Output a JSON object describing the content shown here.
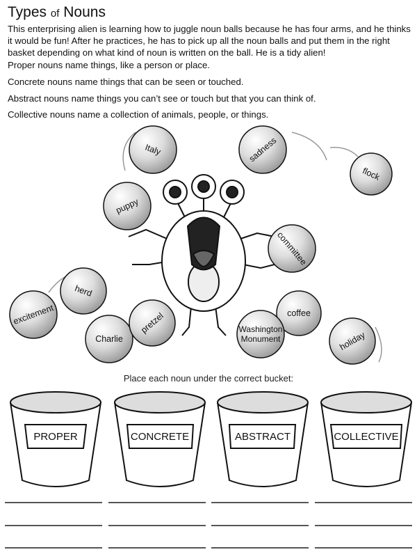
{
  "title": {
    "main1": "Types",
    "of": "of",
    "main2": "Nouns"
  },
  "intro": "This enterprising alien is learning how to juggle noun balls because he has four arms, and he thinks it would be fun!  After he practices, he has to pick up all the noun balls and put them in the right basket depending on what kind of noun is written on the ball.  He is a tidy alien!",
  "rules": [
    "Proper nouns name things, like a person or place.",
    "Concrete nouns name things that can be seen or touched.",
    "Abstract nouns name things you can’t see or touch but that you can think of.",
    "Collective nouns name a collection of animals, people, or things."
  ],
  "balls": [
    "Italy",
    "sadness",
    "flock",
    "puppy",
    "committee",
    "herd",
    "excitement",
    "Charlie",
    "pretzel",
    "coffee",
    "Washington Monument",
    "holiday"
  ],
  "instruction": "Place each noun under the correct bucket:",
  "buckets": [
    "PROPER",
    "CONCRETE",
    "ABSTRACT",
    "COLLECTIVE"
  ]
}
